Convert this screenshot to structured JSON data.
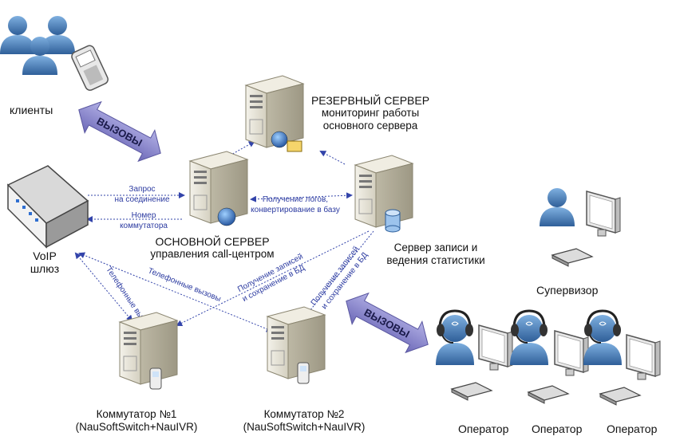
{
  "nodes": {
    "clients": {
      "label": "клиенты"
    },
    "voip": {
      "label_line1": "VoIP",
      "label_line2": "шлюз"
    },
    "main_server": {
      "title": "ОСНОВНОЙ СЕРВЕР",
      "subtitle": "управления call-центром"
    },
    "backup_server": {
      "title": "РЕЗЕРВНЫЙ СЕРВЕР",
      "subtitle_line1": "мониторинг работы",
      "subtitle_line2": "основного сервера"
    },
    "record_server": {
      "line1": "Сервер записи и",
      "line2": "ведения статистики"
    },
    "switch1": {
      "line1": "Коммутатор №1",
      "line2": "(NauSoftSwitch+NauIVR)"
    },
    "switch2": {
      "line1": "Коммутатор №2",
      "line2": "(NauSoftSwitch+NauIVR)"
    },
    "supervisor": {
      "label": "Супервизор"
    },
    "operators": [
      "Оператор",
      "Оператор",
      "Оператор"
    ]
  },
  "arrows": {
    "calls_left": "ВЫЗОВЫ",
    "calls_right": "ВЫЗОВЫ"
  },
  "links": {
    "request_line1": "Запрос",
    "request_line2": "на соединение",
    "switch_no_line1": "Номер",
    "switch_no_line2": "коммутатора",
    "logs_line1": "Получение логов,",
    "logs_line2": "конвертирование в базу",
    "phone_calls_1": "Телефонные вызовы",
    "phone_calls_2": "Телефонные вызовы",
    "records_1_line1": "Получение записей",
    "records_1_line2": "и сохранение в БД",
    "records_2_line1": "Получение записей",
    "records_2_line2": "и сохранение в БД"
  },
  "colors": {
    "accent_blue": "#2b3aa0",
    "person_blue": "#4a7fb8",
    "server_body": "#e6e3d6",
    "arrow_fill": "#8c8ad0"
  }
}
